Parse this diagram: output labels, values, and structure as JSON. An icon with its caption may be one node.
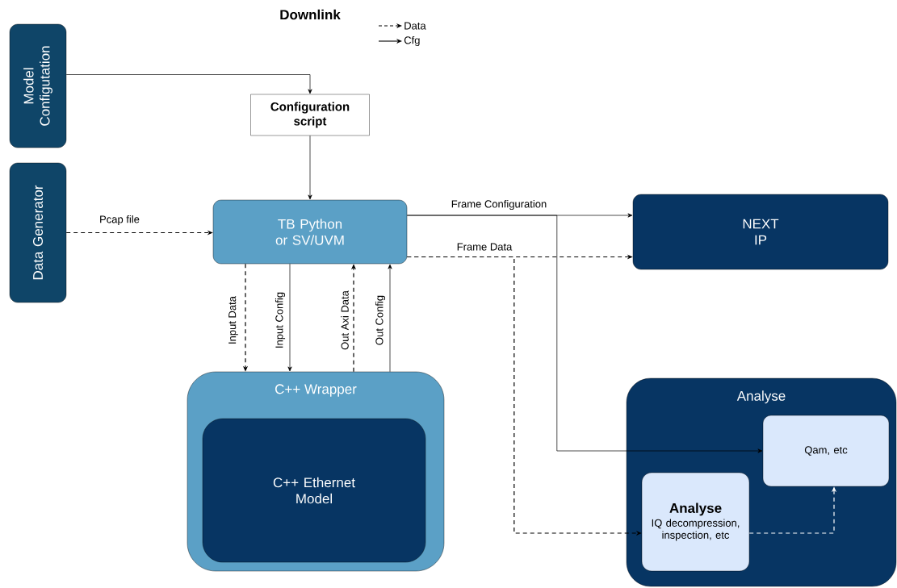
{
  "diagram": {
    "title": "Downlink",
    "nodes": [
      {
        "text": [
          "Model Configutation"
        ]
      },
      {
        "text": [
          "Data Generator"
        ]
      },
      {
        "text": [
          "Configuration script"
        ]
      },
      {
        "text": [
          "TB Python or SV/UVM"
        ]
      },
      {
        "text": [
          "NEXT IP"
        ]
      },
      {
        "text": [
          "C++ Wrapper"
        ]
      },
      {
        "text": [
          "C++ Ethernet Model"
        ],
        "in": 5
      },
      {
        "text": [
          "Analyse"
        ]
      },
      {
        "text": [
          "Qam, etc"
        ],
        "in": 7
      },
      {
        "text": [
          "Analyse",
          "IQ decompression, inspection, etc"
        ],
        "in": 7
      }
    ],
    "edges": [
      {
        "from": 0,
        "to": 2,
        "arrow": "to"
      },
      {
        "from": 2,
        "to": 3,
        "arrow": "to"
      },
      {
        "from": 1,
        "to": 3,
        "arrow": "to",
        "label": "Pcap file",
        "style": "dashed"
      },
      {
        "from": 3,
        "to": 4,
        "arrow": "to",
        "label": "Frame Configuration"
      },
      {
        "from": 3,
        "to": 4,
        "arrow": "to",
        "label": "Frame Data",
        "style": "dashed"
      },
      {
        "from": 3,
        "to": 5,
        "arrow": "to",
        "label": "Input Data",
        "style": "dashed"
      },
      {
        "from": 3,
        "to": 5,
        "arrow": "to",
        "label": "Input Config"
      },
      {
        "from": 5,
        "to": 3,
        "arrow": "to",
        "label": "Out Axi Data",
        "style": "dashed"
      },
      {
        "from": 5,
        "to": 3,
        "arrow": "to",
        "label": "Out Config"
      },
      {
        "from": 3,
        "to": 8,
        "arrow": "to"
      },
      {
        "from": 3,
        "to": 9,
        "arrow": "to",
        "style": "dashed"
      },
      {
        "from": 9,
        "to": 8,
        "arrow": "to",
        "style": "dashed",
        "color": "#ffffff"
      }
    ],
    "legend": [
      {
        "text": "Data"
      },
      {
        "text": "Cfg"
      }
    ]
  }
}
